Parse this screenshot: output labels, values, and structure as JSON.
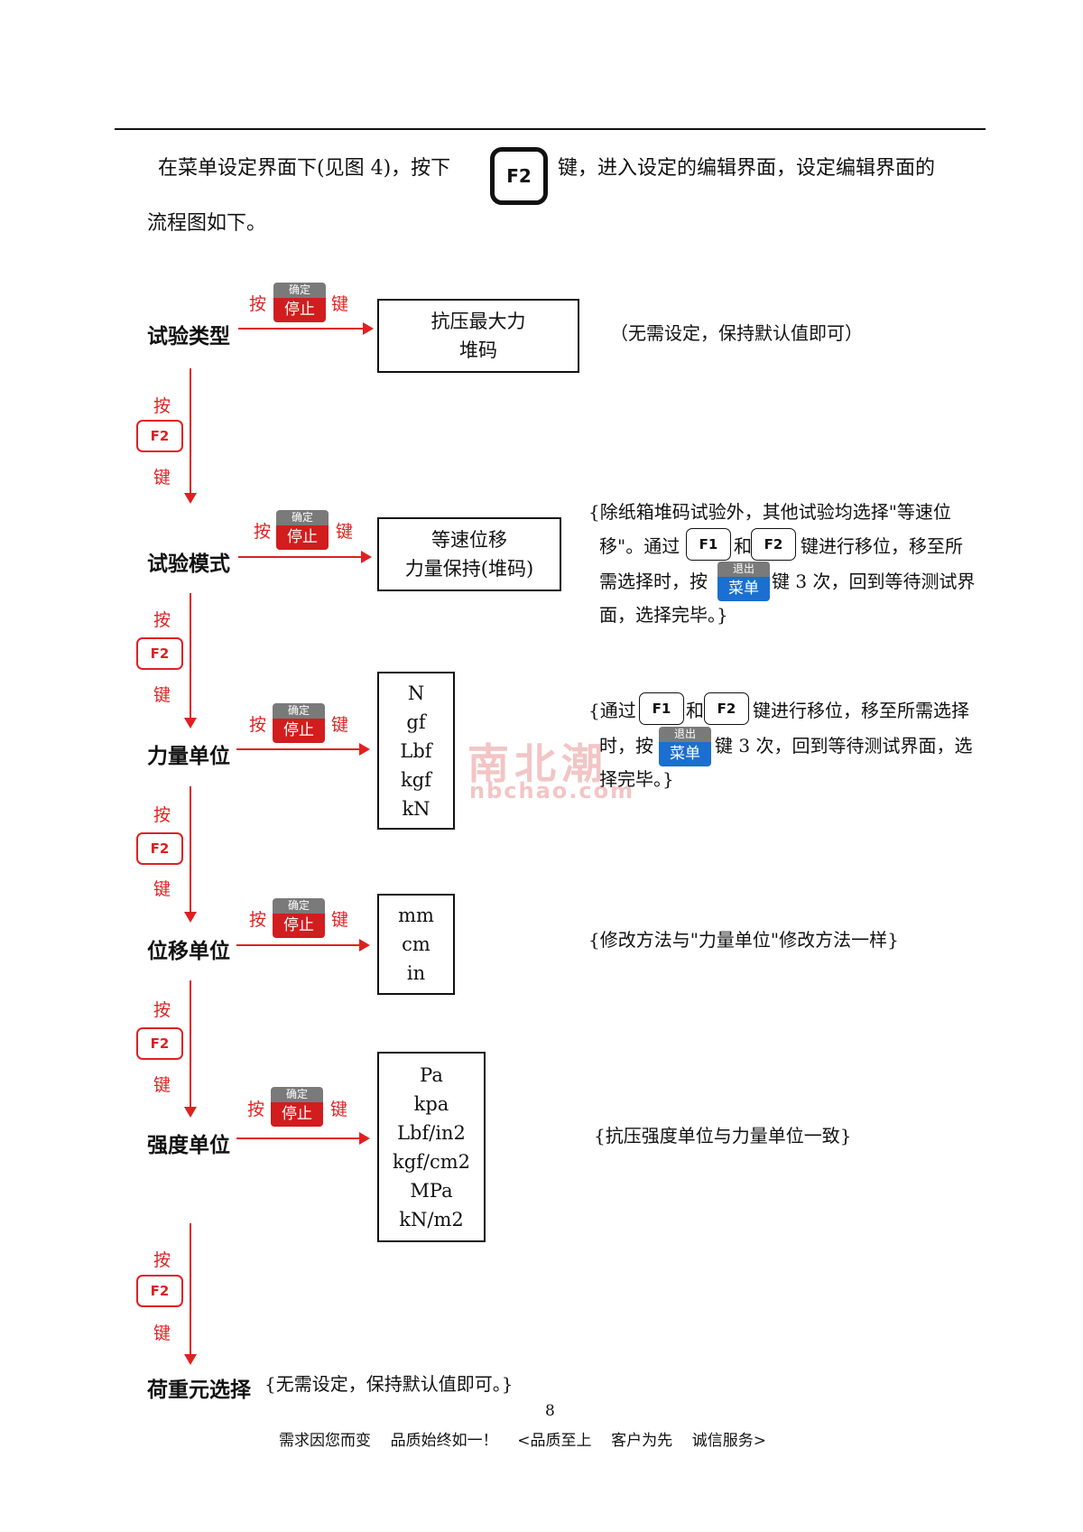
{
  "intro": {
    "line1_before": "在菜单设定界面下(见图 4)，按下",
    "key": "F2",
    "line1_after": "键，进入设定的编辑界面，设定编辑界面的",
    "line2": "流程图如下。"
  },
  "keys": {
    "press": "按",
    "key_suffix": "键",
    "confirm_top": "确定",
    "confirm_bottom": "停止",
    "exit_top": "退出",
    "exit_bottom": "菜单",
    "f1": "F1",
    "f2": "F2",
    "and": "和"
  },
  "steps": [
    {
      "label": "试验类型",
      "options": [
        "抗压最大力",
        "堆码"
      ],
      "note": "（无需设定，保持默认值即可）"
    },
    {
      "label": "试验模式",
      "options": [
        "等速位移",
        "力量保持(堆码)"
      ],
      "note": {
        "line1": "{除纸箱堆码试验外，其他试验均选择\"等速位",
        "line2_a": "移\"。通过",
        "line2_b": "键进行移位，移至所",
        "line3_a": "需选择时，按",
        "line3_b": "键 3 次，回到等待测试界",
        "line4": "面，选择完毕。}"
      }
    },
    {
      "label": "力量单位",
      "options": [
        "N",
        "gf",
        "Lbf",
        "kgf",
        "kN"
      ],
      "note": {
        "line1_a": "{通过",
        "line1_b": "键进行移位，移至所需选择",
        "line2_a": "时，按",
        "line2_b": "键 3 次，回到等待测试界面，选",
        "line3": "择完毕。}"
      }
    },
    {
      "label": "位移单位",
      "options": [
        "mm",
        "cm",
        "in"
      ],
      "note": "{修改方法与\"力量单位\"修改方法一样}"
    },
    {
      "label": "强度单位",
      "options": [
        "Pa",
        "kpa",
        "Lbf/in2",
        "kgf/cm2",
        "MPa",
        "kN/m2"
      ],
      "note": "{抗压强度单位与力量单位一致}"
    },
    {
      "label": "荷重元选择",
      "note": "{无需设定，保持默认值即可。}"
    }
  ],
  "watermark": {
    "cn": "南北潮",
    "en": "nbchao.com"
  },
  "page_number": "8",
  "footer": "需求因您而变    品质始终如一！    <品质至上    客户为先    诚信服务>"
}
